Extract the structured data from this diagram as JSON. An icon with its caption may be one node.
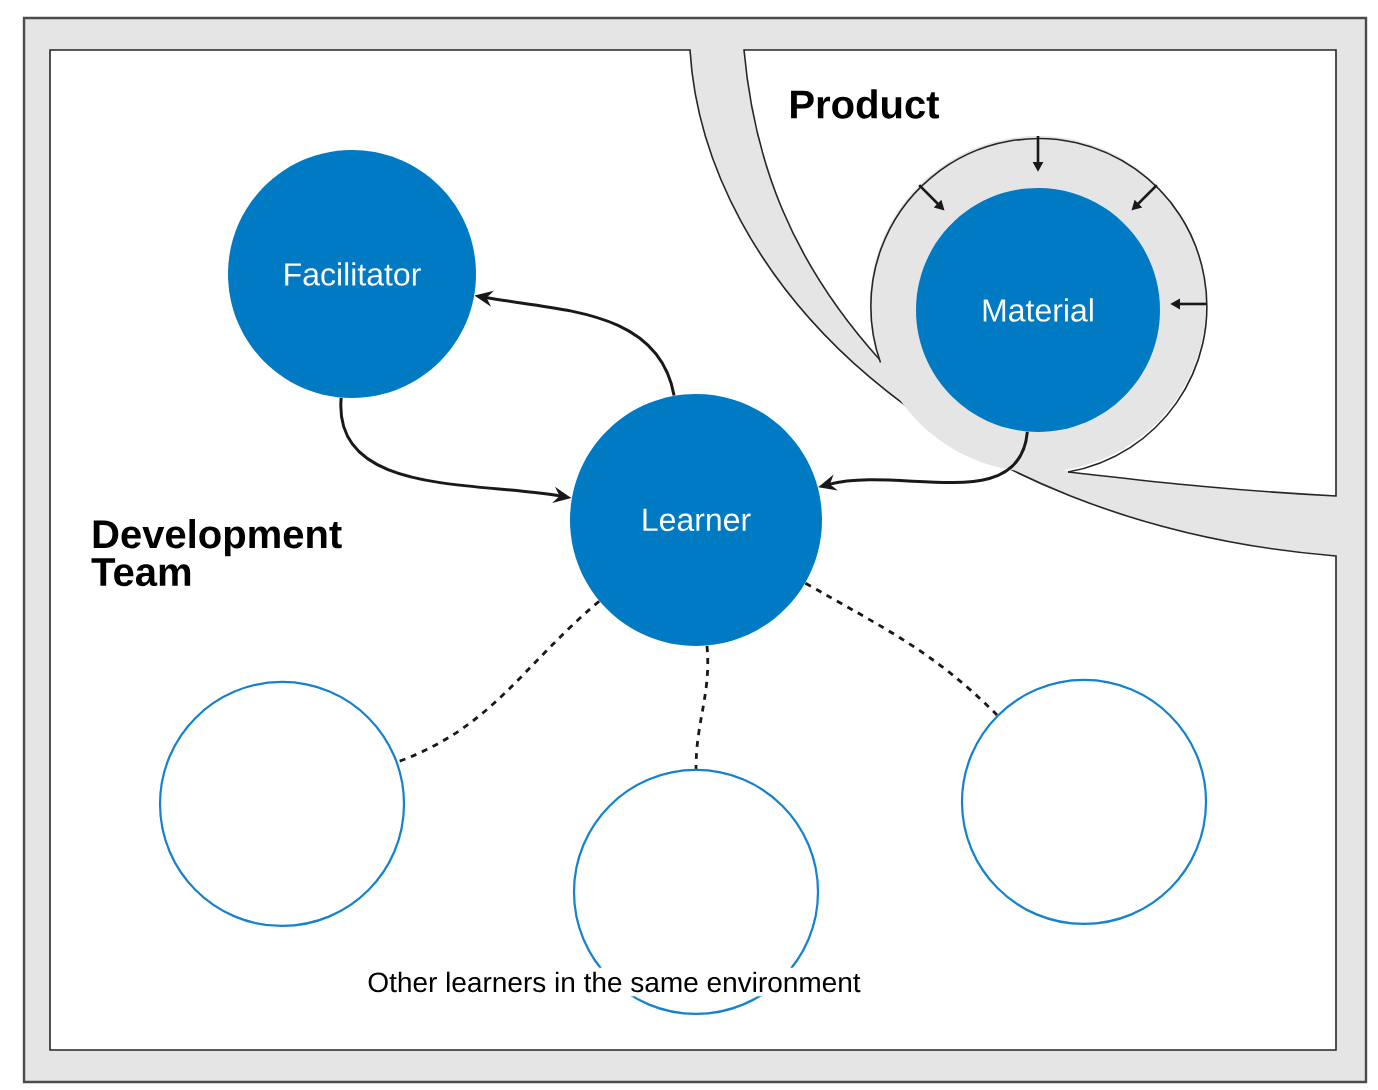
{
  "diagram": {
    "nodes": [
      {
        "text": [
          "Facilitator"
        ]
      },
      {
        "text": [
          "Learner"
        ]
      },
      {
        "text": [
          "Material"
        ]
      },
      {
        "text": [],
        "shape": "circle"
      },
      {
        "text": [],
        "shape": "circle"
      },
      {
        "text": [],
        "shape": "circle"
      }
    ],
    "edges": [
      {
        "from": 1,
        "to": 0,
        "arrow": "to"
      },
      {
        "from": 0,
        "to": 1,
        "arrow": "to"
      },
      {
        "from": 2,
        "to": 1,
        "arrow": "to"
      },
      {
        "from": 1,
        "to": 3,
        "arrow": "none",
        "style": "dashed"
      },
      {
        "from": 1,
        "to": 4,
        "arrow": "none",
        "style": "dashed"
      },
      {
        "from": 1,
        "to": 5,
        "arrow": "none",
        "style": "dashed"
      }
    ],
    "labels": [
      "Product",
      "Development Team",
      "Other learners in the same environment"
    ]
  }
}
